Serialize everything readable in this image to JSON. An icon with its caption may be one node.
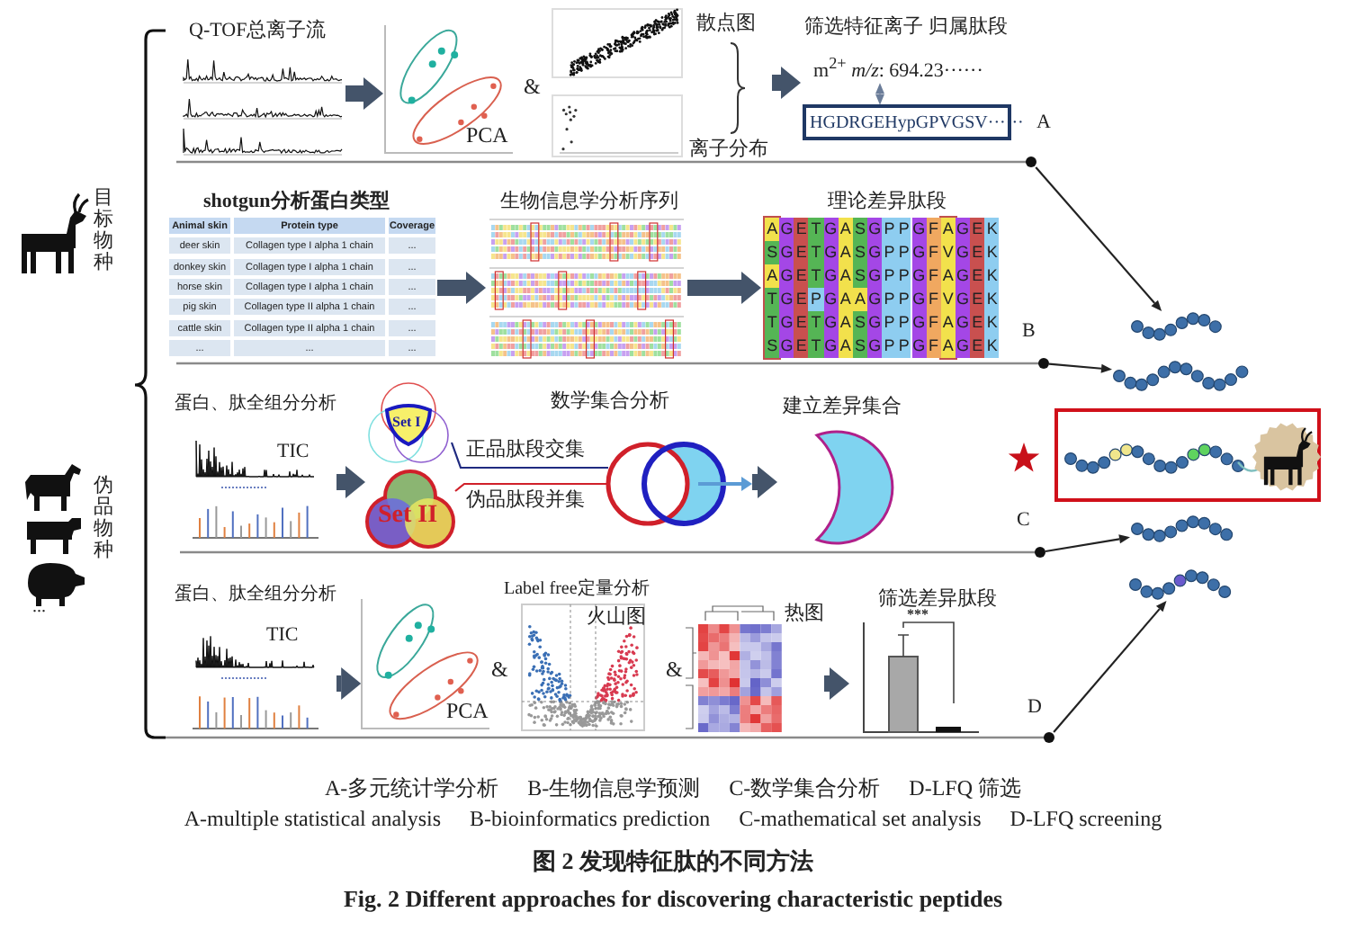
{
  "diagram": {
    "caption": "图 2 发现特征肽的不同方法",
    "nodes": [
      {
        "text": [
          "Q-TOF总离子流"
        ]
      },
      {
        "text": [
          "PCA"
        ]
      },
      {
        "text": [
          "散点图",
          "离子分布"
        ]
      },
      {
        "text": [
          "筛选特征离子 归属肽段",
          "m$^{2+}$ *m/z*: 694.23······"
        ]
      },
      {
        "text": [
          "HGDRGEHypGPVGSV······"
        ]
      },
      {
        "text": [],
        "shape": "circle",
        "beside": [
          "A"
        ]
      },
      {
        "text": [
          "shotgun分析蛋白类型"
        ]
      },
      {
        "text": [
          "生物信息学分析序列"
        ]
      },
      {
        "text": [
          "理论差异肽段"
        ]
      },
      {
        "text": [],
        "shape": "circle",
        "beside": [
          "B"
        ]
      },
      {
        "text": [
          "蛋白、肽全组分分析",
          "TIC"
        ]
      },
      {
        "text": [
          "Set I"
        ]
      },
      {
        "text": [
          "Set II"
        ]
      },
      {
        "text": [],
        "shape": "picture"
      },
      {
        "text": [
          "建立差异集合"
        ]
      },
      {
        "text": [],
        "shape": "circle",
        "beside": [
          "C"
        ]
      },
      {
        "text": [
          "蛋白、肽全组分分析",
          "TIC"
        ]
      },
      {
        "text": [
          "PCA"
        ]
      },
      {
        "text": [
          "Label free定量分析",
          "火山图"
        ]
      },
      {
        "text": [
          "热图"
        ]
      },
      {
        "text": [
          "筛选差异肽段",
          "***"
        ]
      },
      {
        "text": [],
        "shape": "circle",
        "beside": [
          "D"
        ]
      },
      {
        "text": [],
        "shape": "picture"
      },
      {
        "text": [],
        "shape": "picture"
      },
      {
        "text": [],
        "shape": "box"
      },
      {
        "text": [],
        "shape": "picture",
        "in": 24
      },
      {
        "text": [],
        "shape": "picture"
      },
      {
        "text": [],
        "shape": "picture"
      }
    ],
    "edges": [
      {
        "from": 0,
        "to": 1,
        "arrow": "to"
      },
      {
        "from": 2,
        "to": 3,
        "arrow": "to"
      },
      {
        "from": 3,
        "to": 4,
        "arrow": "both",
        "color": "#6b7d99"
      },
      {
        "from": 6,
        "to": 7,
        "arrow": "to"
      },
      {
        "from": 7,
        "to": 8,
        "arrow": "to"
      },
      {
        "from": 10,
        "to": 12,
        "arrow": "to"
      },
      {
        "from": 11,
        "to": 13,
        "arrow": "none",
        "label": "正品肽段交集",
        "color": "#1f2a80"
      },
      {
        "from": 12,
        "to": 13,
        "arrow": "none",
        "label": "伪品肽段并集",
        "color": "#d0202a"
      },
      {
        "from": 13,
        "to": 14,
        "arrow": "to"
      },
      {
        "from": 16,
        "to": 17,
        "arrow": "to"
      },
      {
        "from": 19,
        "to": 20,
        "arrow": "to"
      },
      {
        "from": 5,
        "to": 22,
        "arrow": "to"
      },
      {
        "from": 9,
        "to": 23,
        "arrow": "to"
      },
      {
        "from": 15,
        "to": 26,
        "arrow": "to"
      },
      {
        "from": 21,
        "to": 27,
        "arrow": "to"
      }
    ],
    "labels": [
      "目标物种",
      "伪品物种",
      "...",
      "&",
      "Animal skin",
      "Protein type",
      "Coverage",
      "deer skin",
      "Collagen type I alpha 1 chain",
      "...",
      "donkey skin",
      "Collagen type I alpha 1 chain",
      "...",
      "horse skin",
      "Collagen type I alpha 1 chain",
      "...",
      "pig skin",
      "Collagen type II alpha 1 chain",
      "...",
      "cattle skin",
      "Collagen type II alpha 1 chain",
      "...",
      "...",
      "...",
      "...",
      "A",
      "G",
      "E",
      "T",
      "G",
      "A",
      "S",
      "G",
      "P",
      "P",
      "G",
      "F",
      "A",
      "G",
      "E",
      "K",
      "S",
      "G",
      "E",
      "T",
      "G",
      "A",
      "S",
      "G",
      "P",
      "P",
      "G",
      "F",
      "V",
      "G",
      "E",
      "K",
      "A",
      "G",
      "E",
      "T",
      "G",
      "A",
      "S",
      "G",
      "P",
      "P",
      "G",
      "F",
      "A",
      "G",
      "E",
      "K",
      "T",
      "G",
      "E",
      "P",
      "G",
      "A",
      "A",
      "G",
      "P",
      "P",
      "G",
      "F",
      "V",
      "G",
      "E",
      "K",
      "T",
      "G",
      "E",
      "T",
      "G",
      "A",
      "S",
      "G",
      "P",
      "P",
      "G",
      "F",
      "A",
      "G",
      "E",
      "K",
      "S",
      "G",
      "E",
      "T",
      "G",
      "A",
      "S",
      "G",
      "P",
      "P",
      "G",
      "F",
      "A",
      "G",
      "E",
      "K",
      "数学集合分析",
      "&",
      "&",
      "A-多元统计学分析",
      "B-生物信息学预测",
      "C-数学集合分析",
      "D-LFQ 筛选",
      "A-multiple statistical analysis",
      "B-bioinformatics prediction",
      "C-mathematical set analysis",
      "D-LFQ screening",
      "Fig. 2 Different approaches for discovering characteristic peptides"
    ]
  }
}
